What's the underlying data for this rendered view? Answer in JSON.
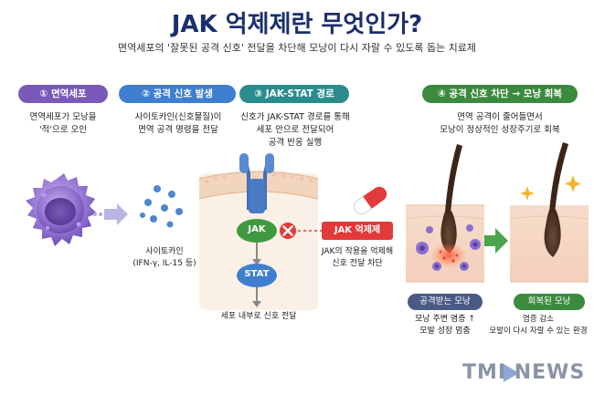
{
  "header": {
    "title": "JAK 억제제란 무엇인가?",
    "subtitle": "면역세포의 '잘못된 공격 신호' 전달을 차단해 모낭이 다시 자랄 수 있도록 돕는 치료제"
  },
  "steps": [
    {
      "label": "① 면역세포",
      "desc": [
        "면역세포가 모낭을",
        "'적'으로 오인"
      ]
    },
    {
      "label": "② 공격 신호 발생",
      "desc": [
        "사이토카인(신호물질)이",
        "면역 공격 명령을 전달"
      ]
    },
    {
      "label": "③ JAK-STAT 경로",
      "desc": [
        "신호가 JAK-STAT 경로를 통해",
        "세포 안으로 전달되어",
        "공격 반응 실행"
      ]
    },
    {
      "label": "④ 공격 신호 차단 → 모낭 회복",
      "desc": [
        "면역 공격이 줄어들면서",
        "모낭이 정상적인 성장주기로 회복"
      ]
    }
  ],
  "cytokine": {
    "label": "사이토카인",
    "sub": "(IFN-γ, IL-15 등)"
  },
  "pathway": {
    "jak": "JAK",
    "stat": "STAT",
    "bottom": "세포 내부로 신호 전달"
  },
  "inhibitor": {
    "label": "JAK 억제제",
    "desc": [
      "JAK의 작용을 억제해",
      "신호 전달 차단"
    ]
  },
  "follicle_attacked": {
    "label": "공격받는 모낭",
    "desc": [
      "모낭 주변 염증 ↑",
      "모발 성장 멈춤"
    ]
  },
  "follicle_recovered": {
    "label": "회복된 모낭",
    "desc": [
      "염증 감소",
      "모발이 다시 자랄 수 있는 환경"
    ]
  },
  "brand": "TMI NEWS",
  "colors": {
    "navy": "#1b2f6e",
    "purple": "#7a5ab8",
    "blue": "#3f7fd0",
    "teal": "#2a8c8c",
    "green": "#3c8a3e",
    "red": "#d63a3a"
  }
}
